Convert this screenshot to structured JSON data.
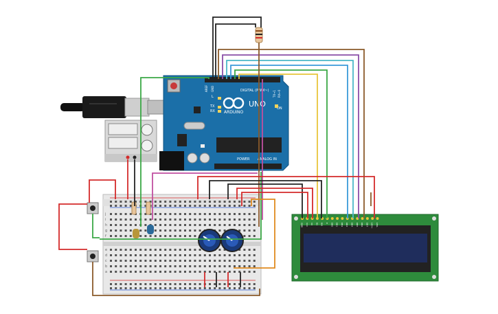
{
  "arduino": {
    "brand_text": "ARDUINO",
    "model_text": "UNO",
    "digital_label": "DIGITAL (PWM~)",
    "power_label": "POWER",
    "analog_label": "ANALOG IN",
    "on_label": "ON",
    "l_label": "L",
    "tx_label": "TX",
    "rx_label": "RX",
    "aref_label": "AREF",
    "gnd_label": "GND",
    "tx1_label": "TX→1",
    "rx0_label": "RX←0"
  },
  "lcd": {
    "pin_labels": [
      "GND",
      "VCC",
      "V0",
      "RS",
      "RW",
      "E",
      "DB0",
      "DB1",
      "DB2",
      "DB3",
      "DB4",
      "DB5",
      "DB6",
      "DB7",
      "LED+",
      "LED-"
    ]
  },
  "breadboard": {
    "row_letters_top": [
      "j",
      "i",
      "h",
      "g",
      "f"
    ],
    "row_letters_bottom": [
      "e",
      "d",
      "c",
      "b",
      "a"
    ]
  },
  "colors": {
    "arduino_board": "#1b6fa8",
    "lcd_board": "#2e8b3c",
    "lcd_screen": "#1f2d5c",
    "breadboard": "#e8e8e8",
    "wire_red": "#d42a2a",
    "wire_black": "#222222",
    "wire_green": "#3aa845",
    "wire_yellow": "#e8c53a",
    "wire_blue": "#3a9ad9",
    "wire_purple": "#8a4fa8",
    "wire_brown": "#8a5a2a",
    "wire_orange": "#e08a1e",
    "wire_magenta": "#c04fa0",
    "wire_teal": "#4ab8c8"
  }
}
